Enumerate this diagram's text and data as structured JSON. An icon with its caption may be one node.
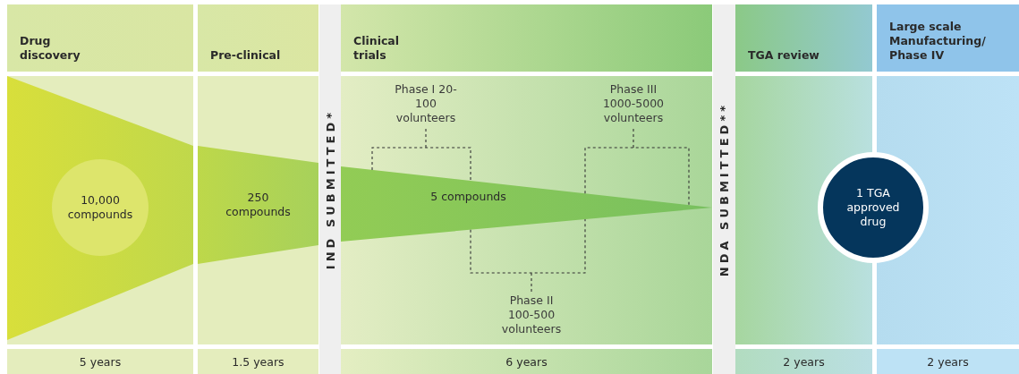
{
  "diagram": {
    "nodes": [
      {
        "text": [
          "Drug discovery"
        ],
        "beside": [
          "5 years"
        ]
      },
      {
        "text": [
          "Pre-clinical"
        ],
        "beside": [
          "1.5 years"
        ]
      },
      {
        "text": [
          "IND SUBMITTED*"
        ]
      },
      {
        "text": [
          "Clinical trials"
        ],
        "beside": [
          "6 years"
        ]
      },
      {
        "text": [
          "NDA SUBMITTED**"
        ]
      },
      {
        "text": [
          "TGA review"
        ],
        "beside": [
          "2 years"
        ]
      },
      {
        "text": [
          "Large scale Manufacturing/ Phase IV"
        ],
        "beside": [
          "2 years"
        ]
      },
      {
        "text": [
          "10,000 compounds"
        ],
        "in": 0
      },
      {
        "text": [
          "250 compounds"
        ],
        "in": 1
      },
      {
        "text": [
          "Phase I 20-100 volunteers"
        ],
        "in": 3
      },
      {
        "text": [
          "5 compounds"
        ],
        "in": 3
      },
      {
        "text": [
          "Phase III 1000-5000 volunteers"
        ],
        "in": 3
      },
      {
        "text": [
          "Phase II 100-500 volunteers"
        ],
        "in": 3
      },
      {
        "text": [
          "1 TGA approved drug"
        ]
      }
    ],
    "edges": [
      {
        "from": 9,
        "to": 10,
        "arrow": "none",
        "style": "dashed"
      },
      {
        "from": 11,
        "to": 10,
        "arrow": "none",
        "style": "dashed"
      },
      {
        "from": 12,
        "to": 10,
        "arrow": "none",
        "style": "dashed"
      }
    ]
  }
}
